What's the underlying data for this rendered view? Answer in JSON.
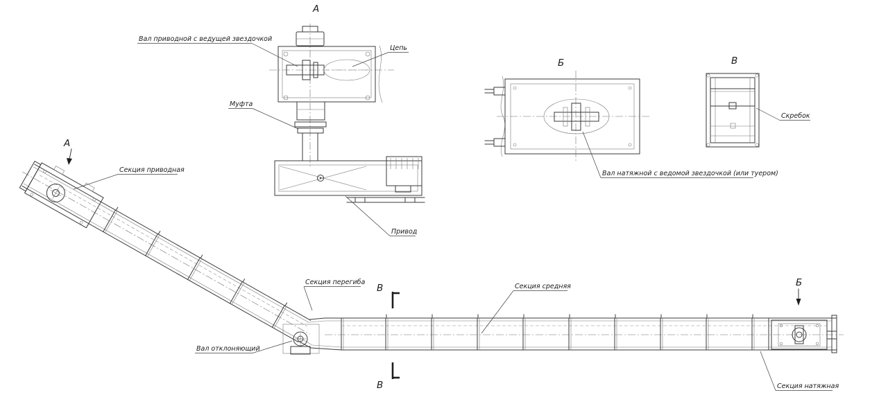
{
  "view_letters": {
    "a": "А",
    "b": "Б",
    "v": "В"
  },
  "marks": {
    "view_arrow_a": "А",
    "view_arrow_b": "Б",
    "section_v": "В"
  },
  "labels": {
    "drive_shaft": "Вал приводной с ведущей звездочкой",
    "chain": "Цепь",
    "coupling": "Муфта",
    "drive": "Привод",
    "tension_shaft": "Вал натяжной с ведомой звездочкой (или туером)",
    "scraper": "Скребок",
    "drive_section": "Секция приводная",
    "bend_section": "Секция перегиба",
    "middle_section": "Секция средняя",
    "deflecting_shaft": "Вал отклоняющий",
    "tension_section": "Секция натяжная"
  },
  "colors": {
    "line": "#3a3a3a",
    "background": "#ffffff"
  }
}
